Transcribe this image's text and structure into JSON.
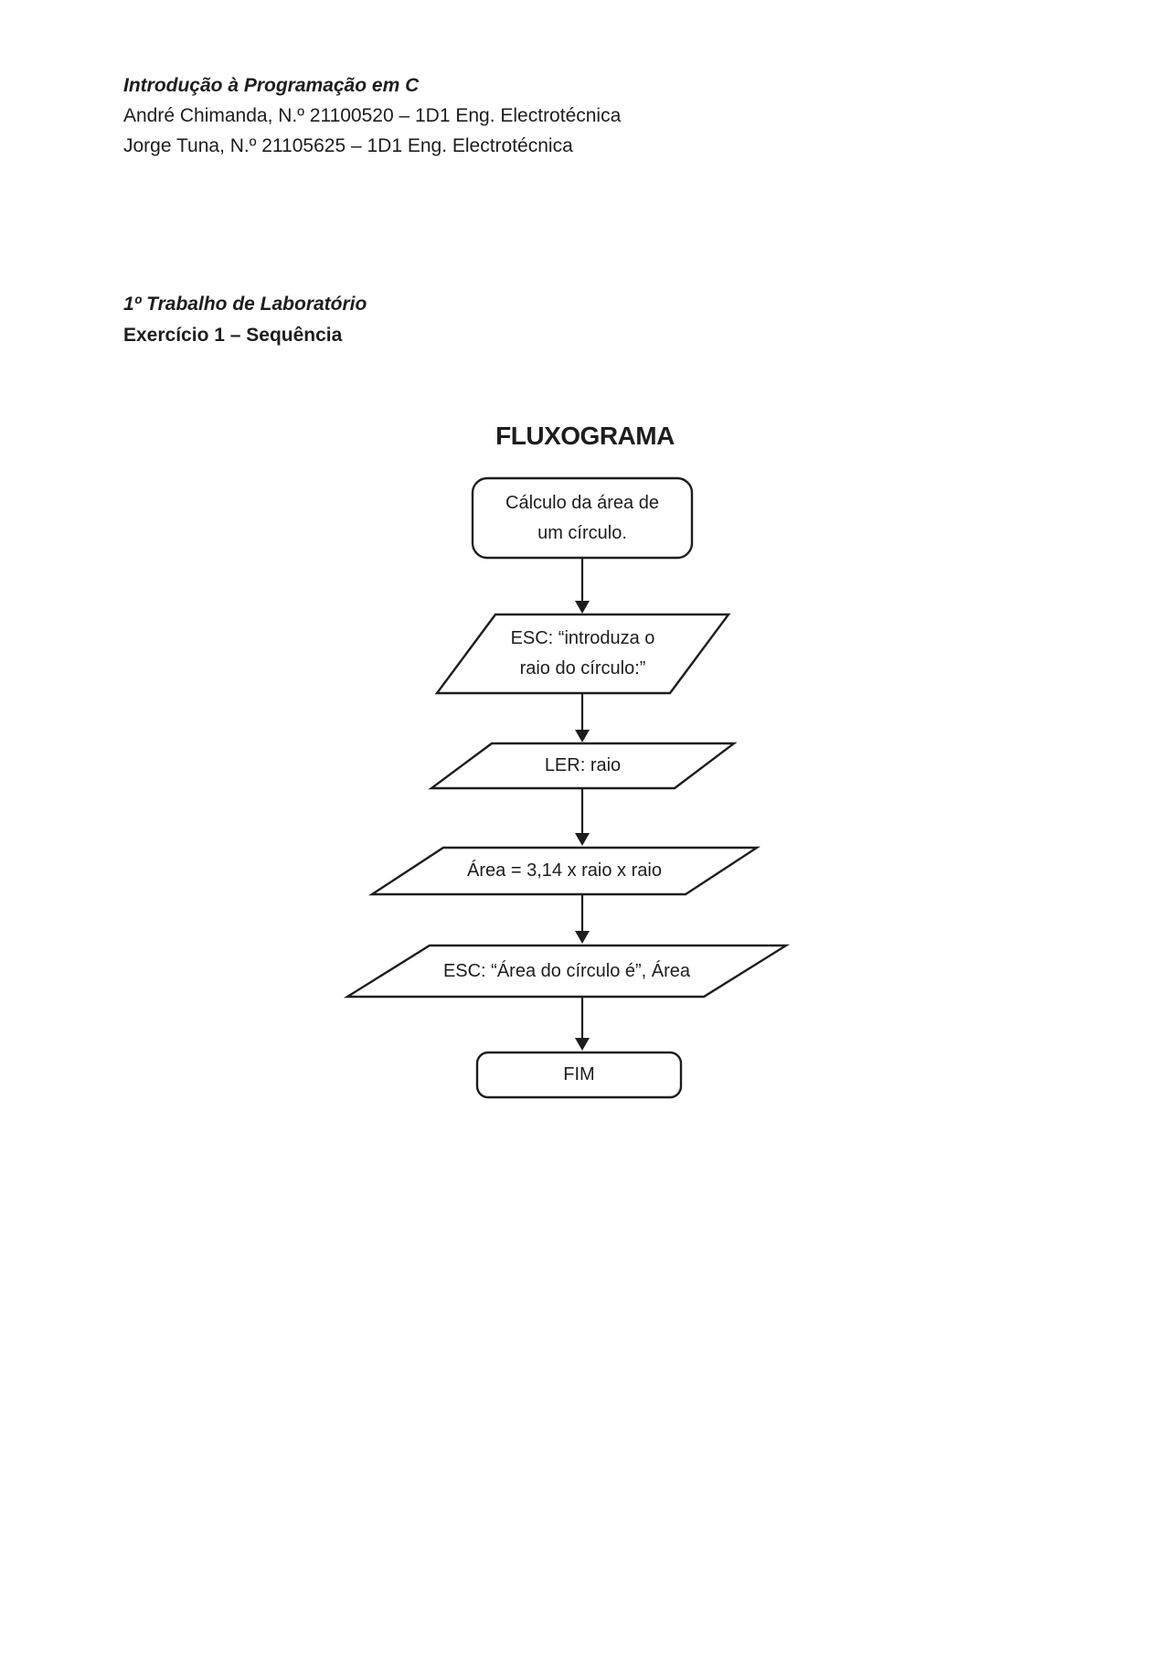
{
  "header": {
    "course": "Introdução à Programação em C",
    "authors": [
      "André Chimanda, N.º 21100520 – 1D1 Eng. Electrotécnica",
      "Jorge Tuna, N.º 21105625 – 1D1 Eng. Electrotécnica"
    ]
  },
  "section": {
    "title": "1º Trabalho de Laboratório",
    "subtitle": "Exercício 1 – Sequência"
  },
  "flowchart": {
    "title": "FLUXOGRAMA",
    "nodes": [
      {
        "id": "start",
        "shape": "rounded-rectangle",
        "lines": [
          "Cálculo da área de",
          "um círculo."
        ]
      },
      {
        "id": "esc-introduza",
        "shape": "parallelogram",
        "lines": [
          "ESC: “introduza o",
          "raio do círculo:”"
        ]
      },
      {
        "id": "ler-raio",
        "shape": "parallelogram",
        "lines": [
          "LER: raio"
        ]
      },
      {
        "id": "calc-area",
        "shape": "parallelogram",
        "lines": [
          "Área = 3,14 x raio x raio"
        ]
      },
      {
        "id": "esc-area",
        "shape": "parallelogram",
        "lines": [
          "ESC: “Área do círculo é”, Área"
        ]
      },
      {
        "id": "end",
        "shape": "rounded-rectangle",
        "lines": [
          "FIM"
        ]
      }
    ],
    "connector_style": "arrow-down"
  },
  "colors": {
    "ink": "#1d1d1d",
    "paper": "#ffffff"
  }
}
